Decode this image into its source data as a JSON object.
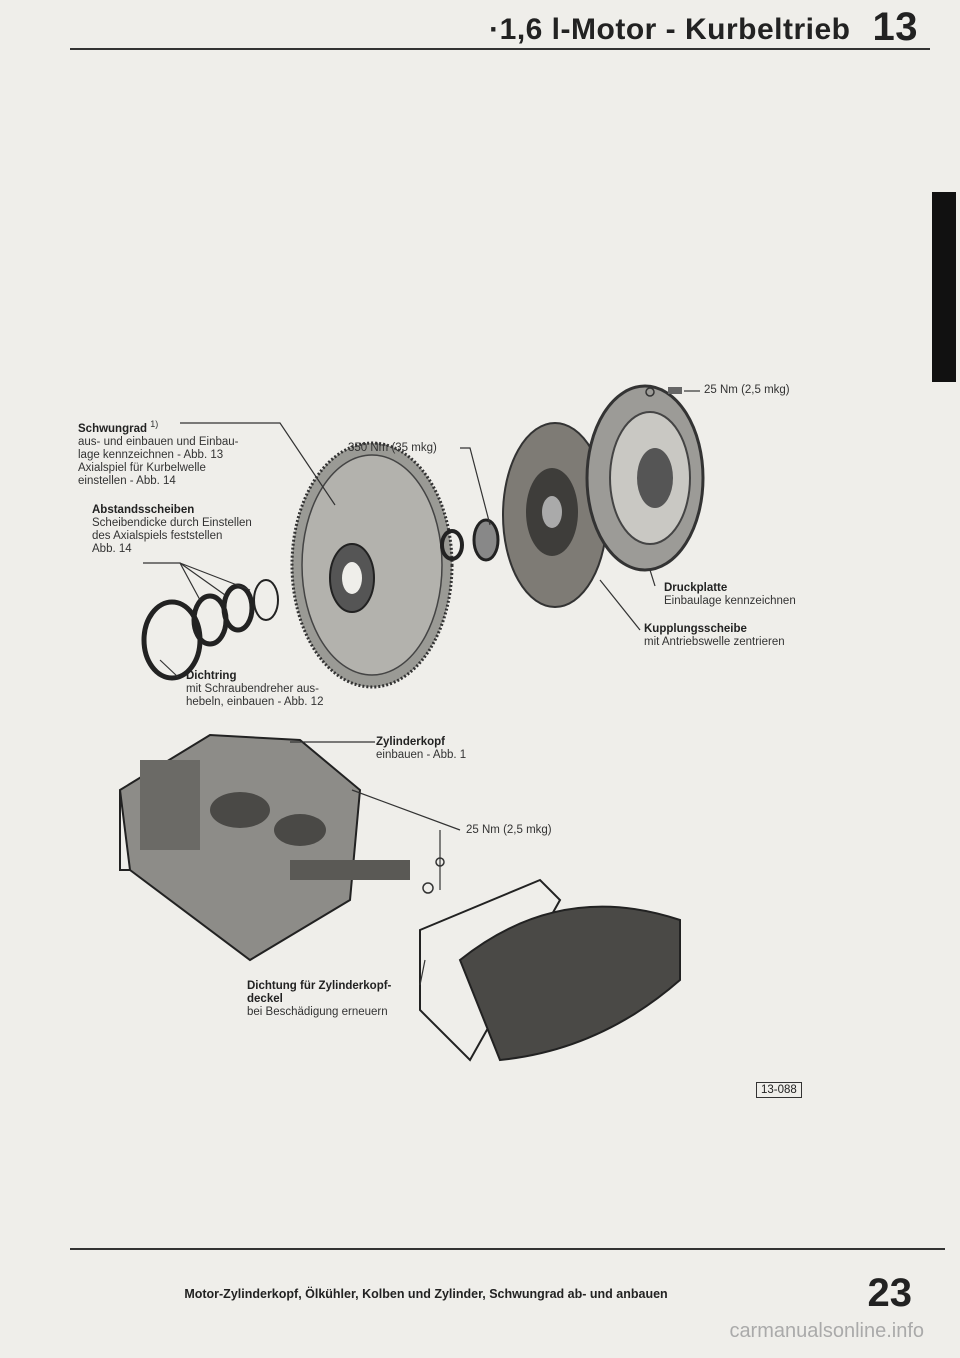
{
  "header": {
    "title": "·1,6 l-Motor - Kurbeltrieb",
    "chapter": "13"
  },
  "labels": {
    "schwungrad": {
      "title": "Schwungrad",
      "sup": "1)",
      "lines": [
        "aus- und einbauen und Einbau-",
        "lage kennzeichnen - Abb. 13",
        "Axialspiel für Kurbelwelle",
        "einstellen - Abb. 14"
      ]
    },
    "abstand": {
      "title": "Abstandsscheiben",
      "lines": [
        "Scheibendicke durch Einstellen",
        "des Axialspiels feststellen",
        "Abb. 14"
      ]
    },
    "torque_flywheel": "350 Nm (35 mkg)",
    "torque_pressure": "25 Nm (2,5 mkg)",
    "druckplatte": {
      "title": "Druckplatte",
      "lines": [
        "Einbaulage kennzeichnen"
      ]
    },
    "kupplung": {
      "title": "Kupplungsscheibe",
      "lines": [
        "mit Antriebswelle zentrieren"
      ]
    },
    "dichtring": {
      "title": "Dichtring",
      "lines": [
        "mit Schraubendreher aus-",
        "hebeln, einbauen - Abb. 12"
      ]
    },
    "zylinderkopf": {
      "title": "Zylinderkopf",
      "lines": [
        "einbauen - Abb. 1"
      ]
    },
    "torque_head": "25 Nm (2,5 mkg)",
    "dichtung": {
      "title": "Dichtung für Zylinderkopf-",
      "title2": "deckel",
      "lines": [
        "bei Beschädigung erneuern"
      ]
    }
  },
  "figure_number": "13-088",
  "footer": {
    "text": "Motor-Zylinderkopf, Ölkühler, Kolben und Zylinder, Schwungrad ab- und anbauen",
    "page": "23"
  },
  "watermark": "carmanualsonline.info"
}
